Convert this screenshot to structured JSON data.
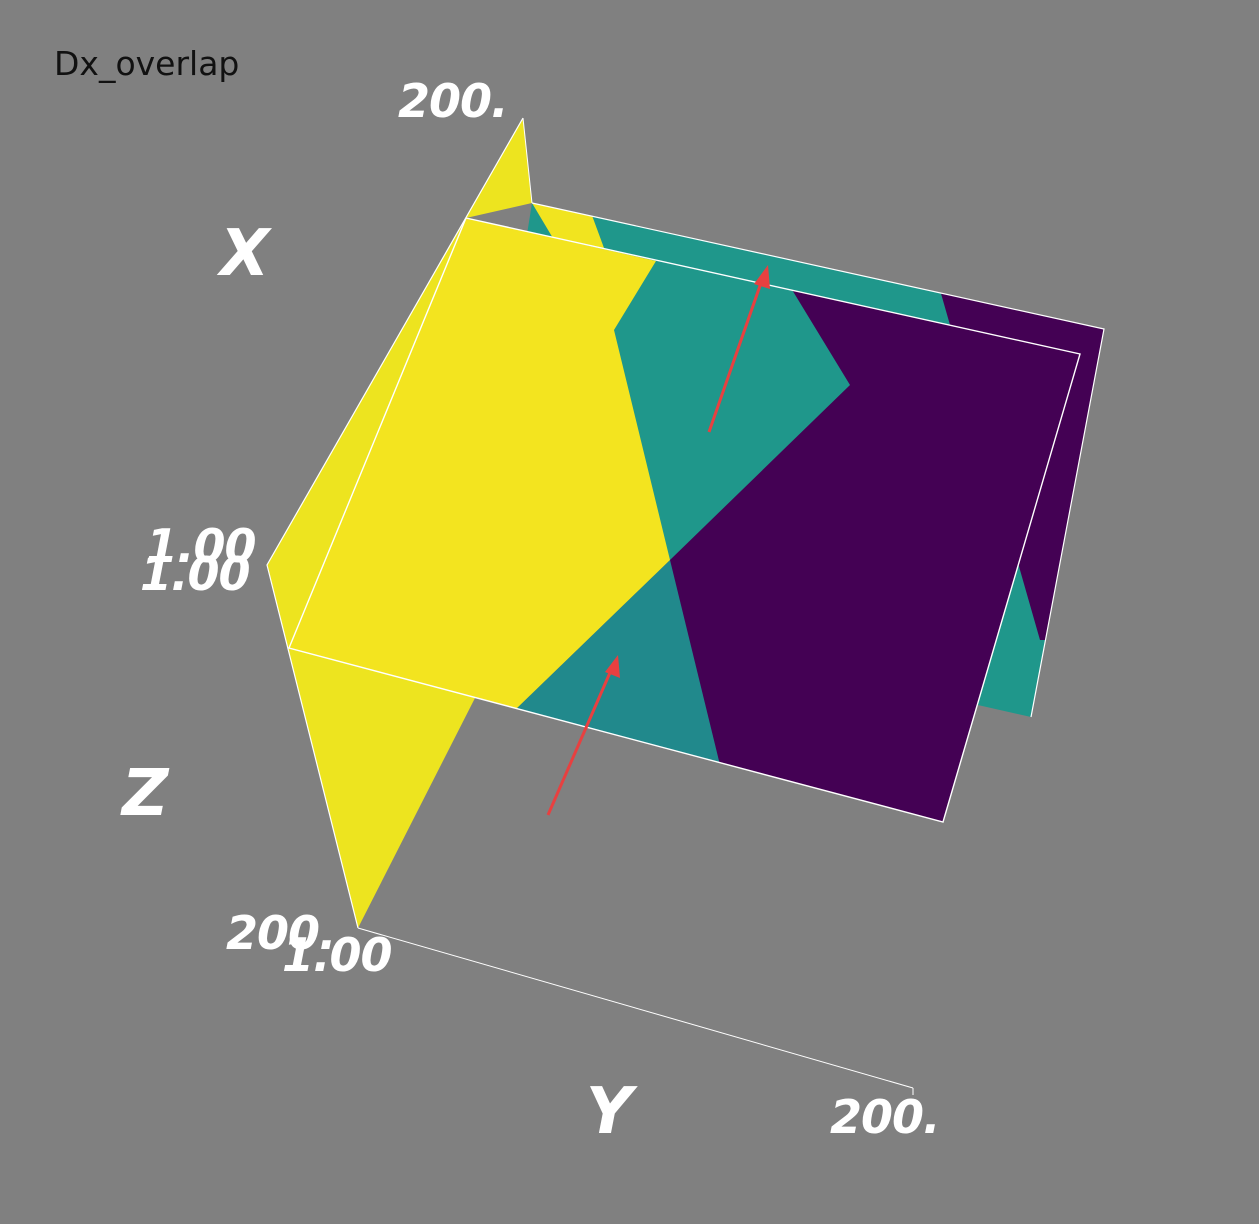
{
  "title": "Dx_overlap",
  "axes": {
    "x": {
      "name": "X",
      "min_label": "1.00",
      "max_label": "200."
    },
    "y": {
      "name": "Y",
      "min_label": "1.00",
      "max_label": "200."
    },
    "z": {
      "name": "Z",
      "min_label": "1.00",
      "max_label": "200."
    }
  },
  "colors": {
    "background": "#808080",
    "yellow": "#f1e41f",
    "teal": "#1f978b",
    "purple": "#440154",
    "frame": "#ffffff",
    "arrow": "#e84040"
  }
}
